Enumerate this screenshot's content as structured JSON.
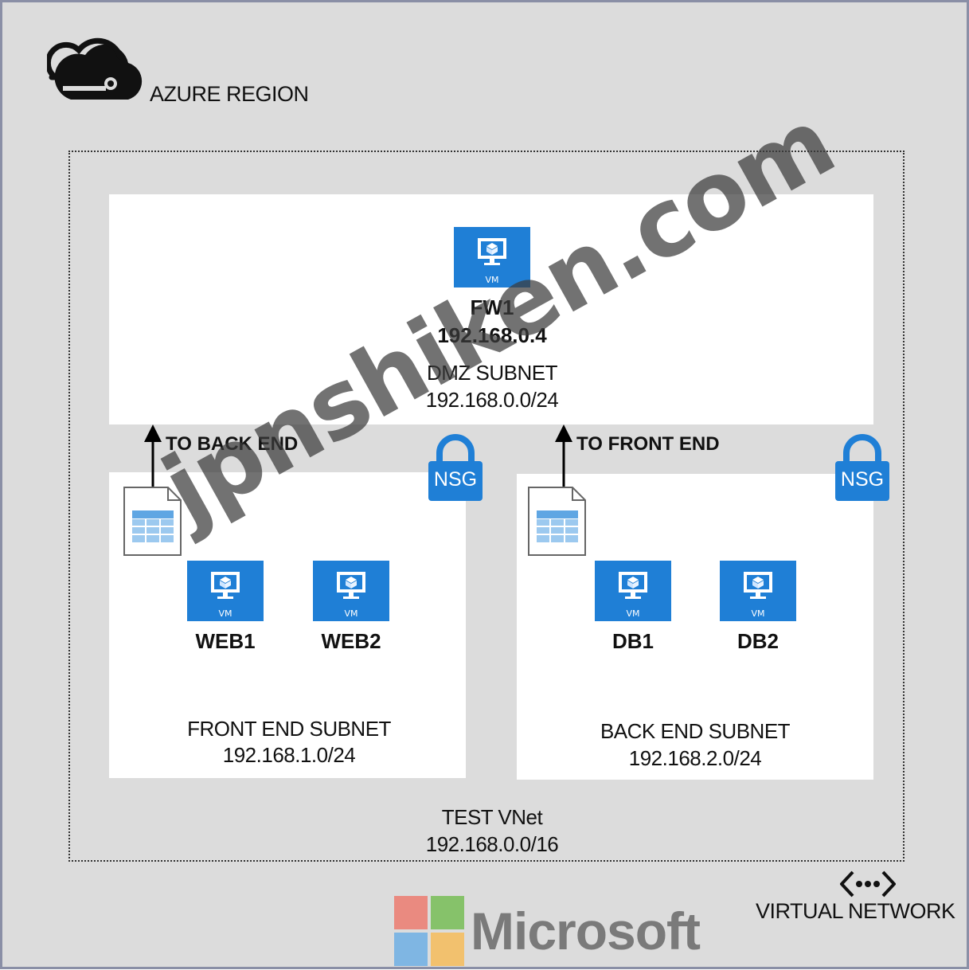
{
  "region": {
    "label": "AZURE REGION",
    "icon": "cloud-icon"
  },
  "vnet": {
    "name": "TEST VNet",
    "cidr": "192.168.0.0/16"
  },
  "dmz": {
    "name": "DMZ SUBNET",
    "cidr": "192.168.0.0/24",
    "vm": {
      "name": "FW1",
      "ip": "192.168.0.4",
      "tag": "VM"
    }
  },
  "front_end": {
    "name": "FRONT END SUBNET",
    "cidr": "192.168.1.0/24",
    "route_label": "TO BACK END",
    "nsg_label": "NSG",
    "vms": [
      {
        "name": "WEB1",
        "tag": "VM"
      },
      {
        "name": "WEB2",
        "tag": "VM"
      }
    ]
  },
  "back_end": {
    "name": "BACK END SUBNET",
    "cidr": "192.168.2.0/24",
    "route_label": "TO FRONT END",
    "nsg_label": "NSG",
    "vms": [
      {
        "name": "DB1",
        "tag": "VM"
      },
      {
        "name": "DB2",
        "tag": "VM"
      }
    ]
  },
  "legend": {
    "label": "VIRTUAL NETWORK",
    "icon": "virtual-network-icon"
  },
  "branding": {
    "microsoft": "Microsoft",
    "watermark": "jpnshiken.com"
  },
  "colors": {
    "vm_blue": "#1f7fd6",
    "nsg_blue": "#1f7fd6",
    "background": "#dcdcdc",
    "panel": "#ffffff"
  }
}
